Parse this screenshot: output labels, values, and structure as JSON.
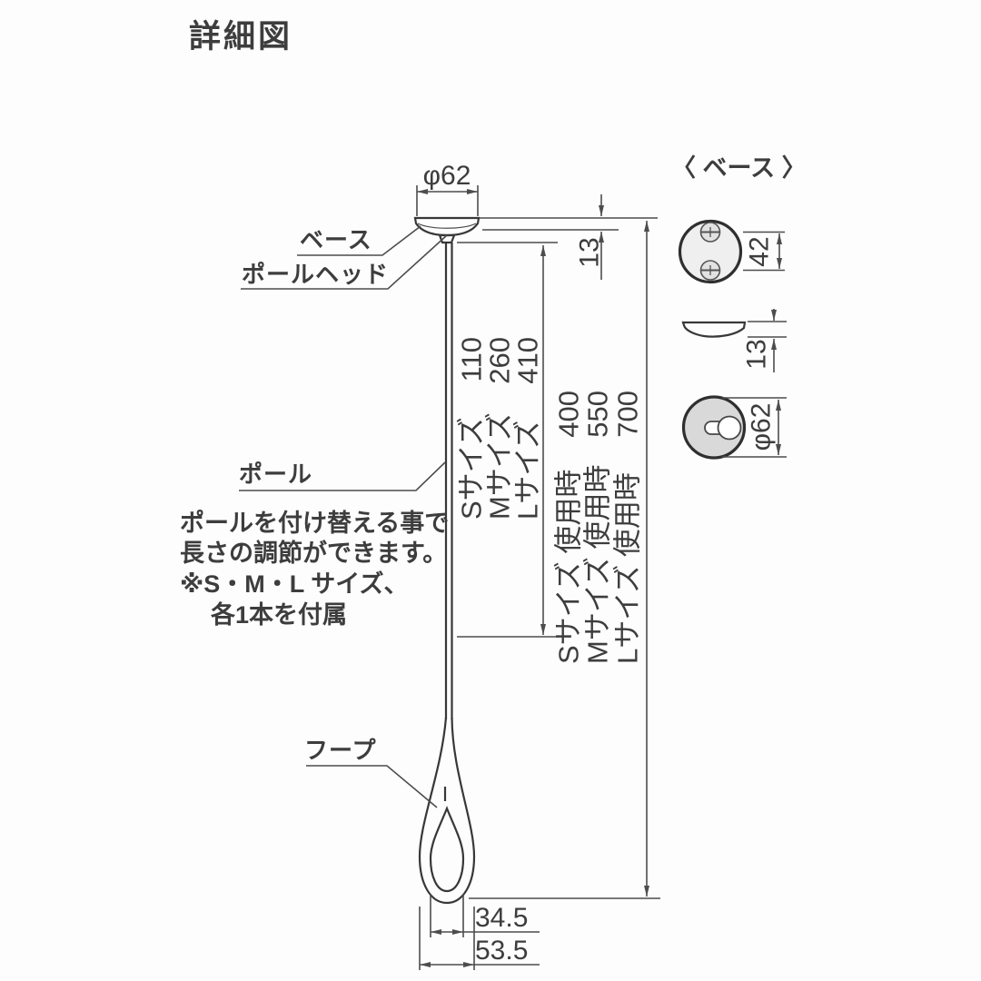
{
  "title": "詳細図",
  "colors": {
    "line": "#4d4d4d",
    "text": "#3d3d3d",
    "outline_dark": "#2f2f2f",
    "fill_light": "#efefef",
    "fill_mid": "#d9d9d9",
    "background": "#fdfdfd"
  },
  "main_view": {
    "labels": {
      "base": "ベース",
      "pole_head": "ポールヘッド",
      "pole": "ポール",
      "hoop": "フープ"
    },
    "dims": {
      "base_diameter": "φ62",
      "base_height": "13",
      "hoop_inner_width": "34.5",
      "hoop_outer_width": "53.5"
    },
    "pole_lengths": [
      {
        "size": "Sサイズ",
        "value": "110"
      },
      {
        "size": "Mサイズ",
        "value": "260"
      },
      {
        "size": "Lサイズ",
        "value": "410"
      }
    ],
    "overall_lengths": [
      {
        "size": "Sサイズ 使用時",
        "value": "400"
      },
      {
        "size": "Mサイズ 使用時",
        "value": "550"
      },
      {
        "size": "Lサイズ 使用時",
        "value": "700"
      }
    ],
    "note_lines": [
      "ポールを付け替える事で",
      "長さの調節ができます。",
      "※S・M・L サイズ、",
      "各1本を付属"
    ]
  },
  "base_detail_view": {
    "heading": "〈 ベース 〉",
    "dims": {
      "screw_pitch": "42",
      "thickness": "13",
      "diameter": "φ62"
    }
  }
}
